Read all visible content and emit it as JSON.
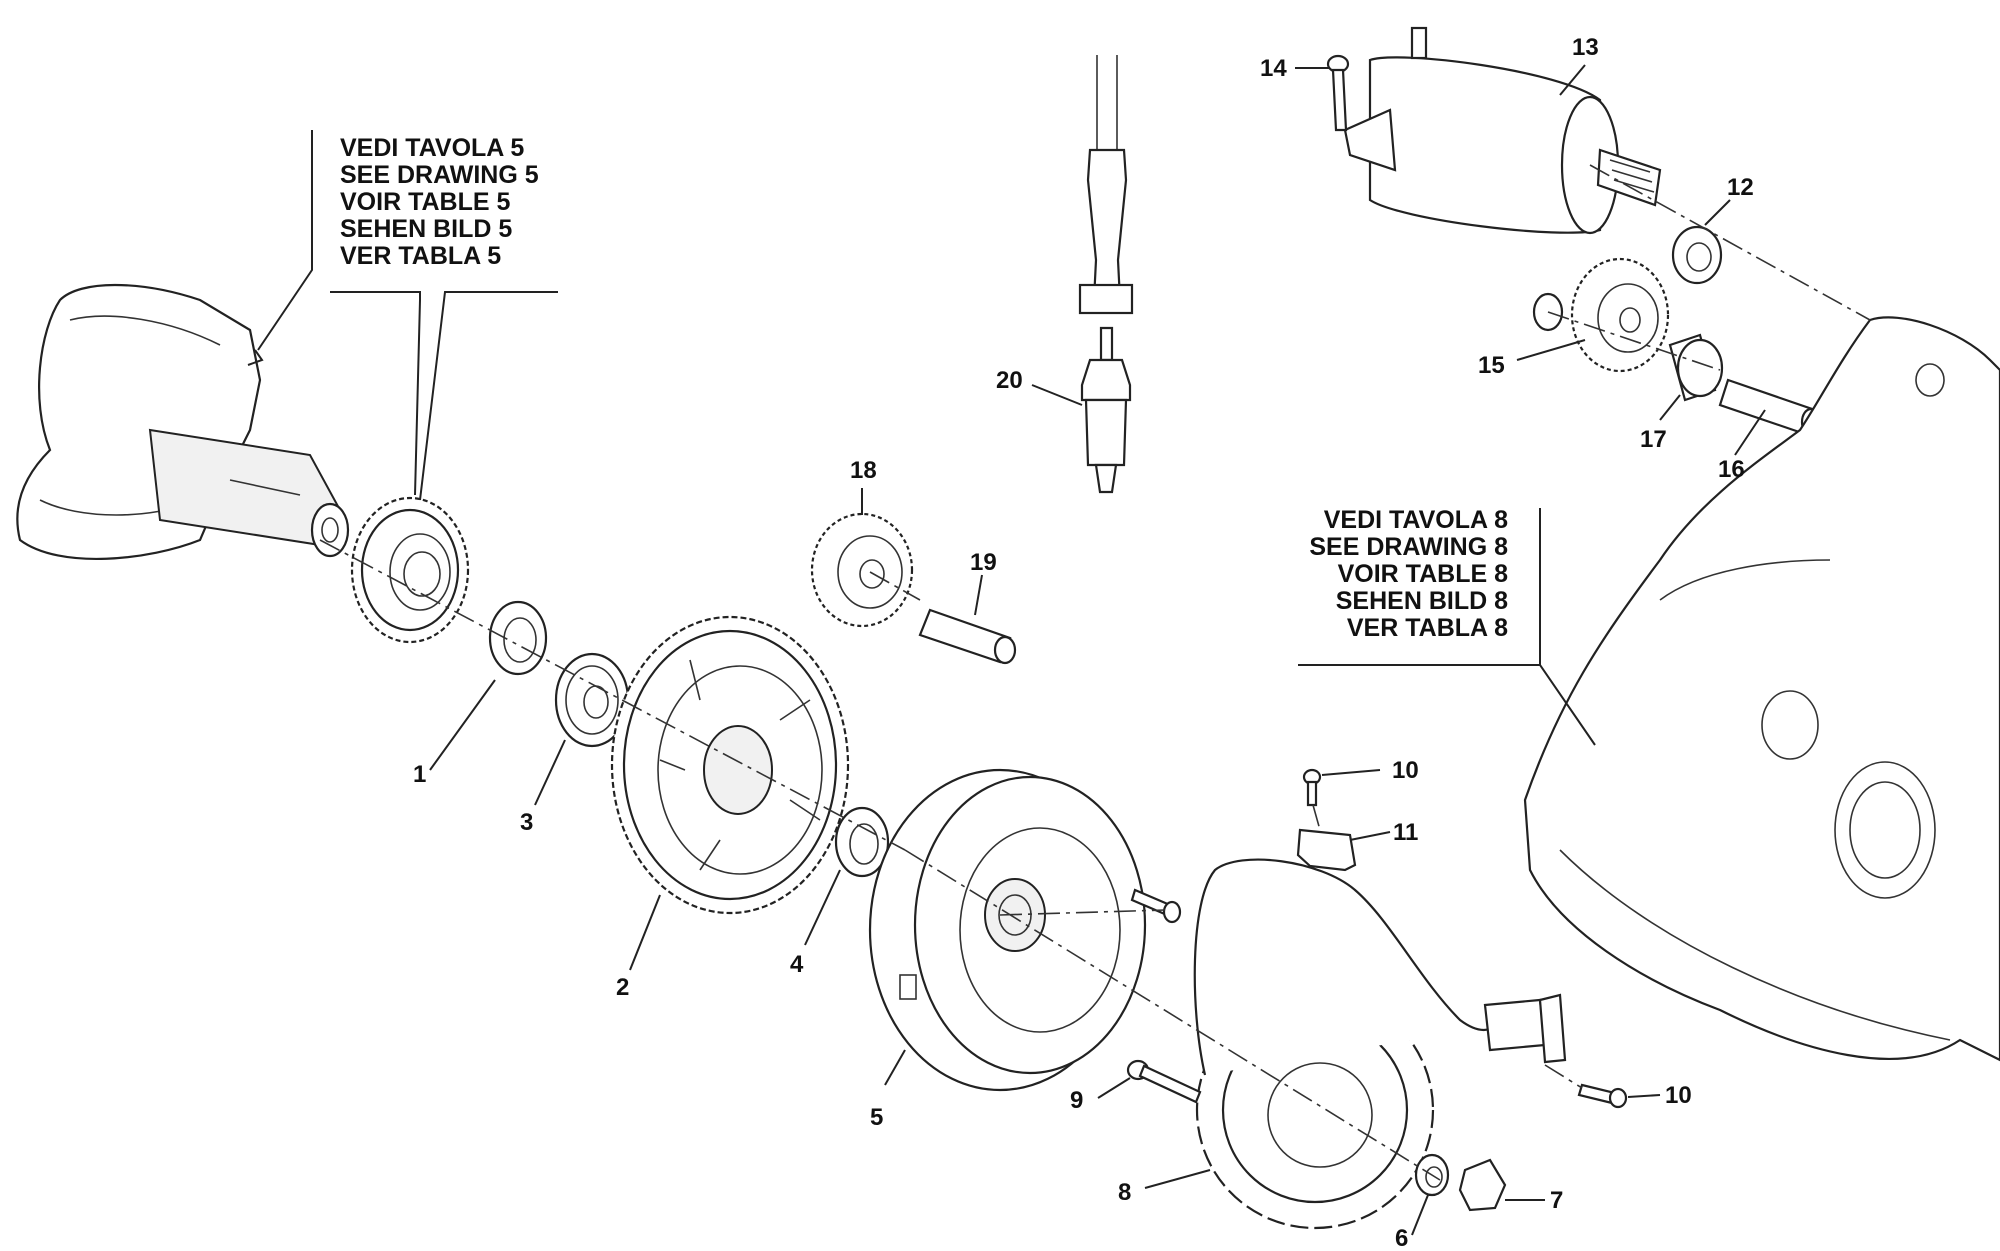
{
  "references": {
    "drawing5": [
      "VEDI TAVOLA 5",
      "SEE DRAWING 5",
      "VOIR TABLE 5",
      "SEHEN BILD 5",
      "VER TABLA 5"
    ],
    "drawing8": [
      "VEDI TAVOLA 8",
      "SEE DRAWING 8",
      "VOIR TABLE 8",
      "SEHEN BILD 8",
      "VER TABLA 8"
    ]
  },
  "callouts": {
    "c1": "1",
    "c2": "2",
    "c3": "3",
    "c4": "4",
    "c5": "5",
    "c6": "6",
    "c7": "7",
    "c8": "8",
    "c9": "9",
    "c10a": "10",
    "c10b": "10",
    "c11": "11",
    "c12": "12",
    "c13": "13",
    "c14": "14",
    "c15": "15",
    "c16": "16",
    "c17": "17",
    "c18": "18",
    "c19": "19",
    "c20": "20"
  }
}
